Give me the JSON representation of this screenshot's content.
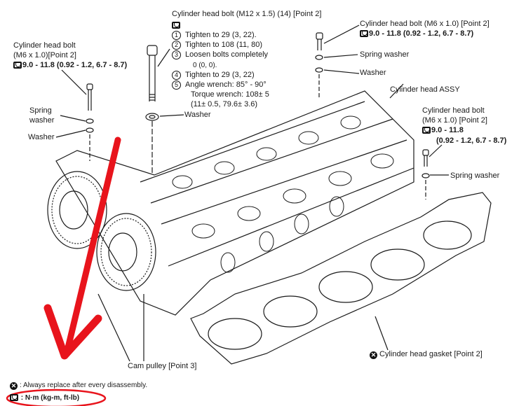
{
  "center_bolt": {
    "title": "Cylinder head bolt (M12 x 1.5) (14) [Point 2]",
    "steps": [
      {
        "num": "1",
        "text": "Tighten to 29 (3, 22)."
      },
      {
        "num": "2",
        "text": "Tighten to 108 (11, 80)"
      },
      {
        "num": "3",
        "text": "Loosen bolts completely",
        "sub": "0 (0, 0)."
      },
      {
        "num": "4",
        "text": "Tighten to 29 (3, 22)"
      },
      {
        "num": "5",
        "text": "Angle wrench: 85° - 90°",
        "sub": "Torque wrench: 108± 5",
        "sub2": "(11± 0.5, 79.6± 3.6)"
      }
    ],
    "washer": "Washer"
  },
  "left_bolt": {
    "title_line1": "Cylinder head bolt",
    "title_line2": "(M6 x 1.0)[Point 2]",
    "torque": "9.0 - 11.8 (0.92 - 1.2, 6.7 - 8.7)",
    "spring_washer_line1": "Spring",
    "spring_washer_line2": "washer",
    "washer": "Washer"
  },
  "top_right_bolt": {
    "title": "Cylinder head bolt (M6 x 1.0) [Point 2]",
    "torque": "9.0 - 11.8 (0.92 - 1.2, 6.7 - 8.7)",
    "spring_washer": "Spring washer",
    "washer": "Washer"
  },
  "head_assy": "Cylinder head ASSY",
  "right_bolt": {
    "title_line1": "Cylinder head bolt",
    "title_line2": "(M6 x 1.0) [Point 2]",
    "torque_line1": "9.0 - 11.8",
    "torque_line2": "(0.92 - 1.2, 6.7 - 8.7)",
    "spring_washer": "Spring washer"
  },
  "cam_pulley": "Cam pulley [Point 3]",
  "gasket": "Cylinder head gasket [Point 2]",
  "legend": {
    "replace_symbol": "x-circle",
    "replace_text": ": Always replace after every disassembly.",
    "torque_symbol": "torque-wrench",
    "torque_text": ": N·m (kg-m, ft-lb)"
  },
  "colors": {
    "annotation_red": "#e8141c",
    "line_art": "#1a1a1a"
  }
}
